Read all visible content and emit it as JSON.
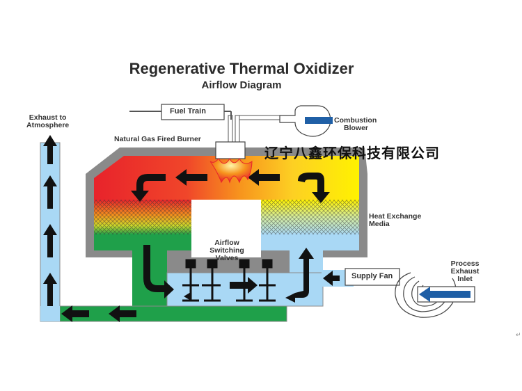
{
  "diagram": {
    "title": "Regenerative Thermal Oxidizer",
    "subtitle": "Airflow Diagram",
    "labels": {
      "exhaust_to_atmosphere_line1": "Exhaust to",
      "exhaust_to_atmosphere_line2": "Atmosphere",
      "fuel_train": "Fuel Train",
      "combustion_blower_line1": "Combustion",
      "combustion_blower_line2": "Blower",
      "natural_gas_fired_burner": "Natural Gas Fired Burner",
      "heat_exchange_media_line1": "Heat Exchange",
      "heat_exchange_media_line2": "Media",
      "airflow_switching_valves_line1": "Airflow",
      "airflow_switching_valves_line2": "Switching",
      "airflow_switching_valves_line3": "Valves",
      "supply_fan": "Supply Fan",
      "process_exhaust_inlet_line1": "Process",
      "process_exhaust_inlet_line2": "Exhaust",
      "process_exhaust_inlet_line3": "Inlet"
    },
    "watermark": "辽宁八鑫环保科技有限公司",
    "corner_mark": "↵"
  },
  "colors": {
    "hot": "#e8232b",
    "warm": "#f7941d",
    "yellow": "#fff200",
    "clean_air_green": "#1fa04a",
    "process_air_blue": "#a9d8f5",
    "shell_gray": "#8a8a8a",
    "arrow": "#111111",
    "inlet_arrow_blue": "#1f5fa6"
  }
}
